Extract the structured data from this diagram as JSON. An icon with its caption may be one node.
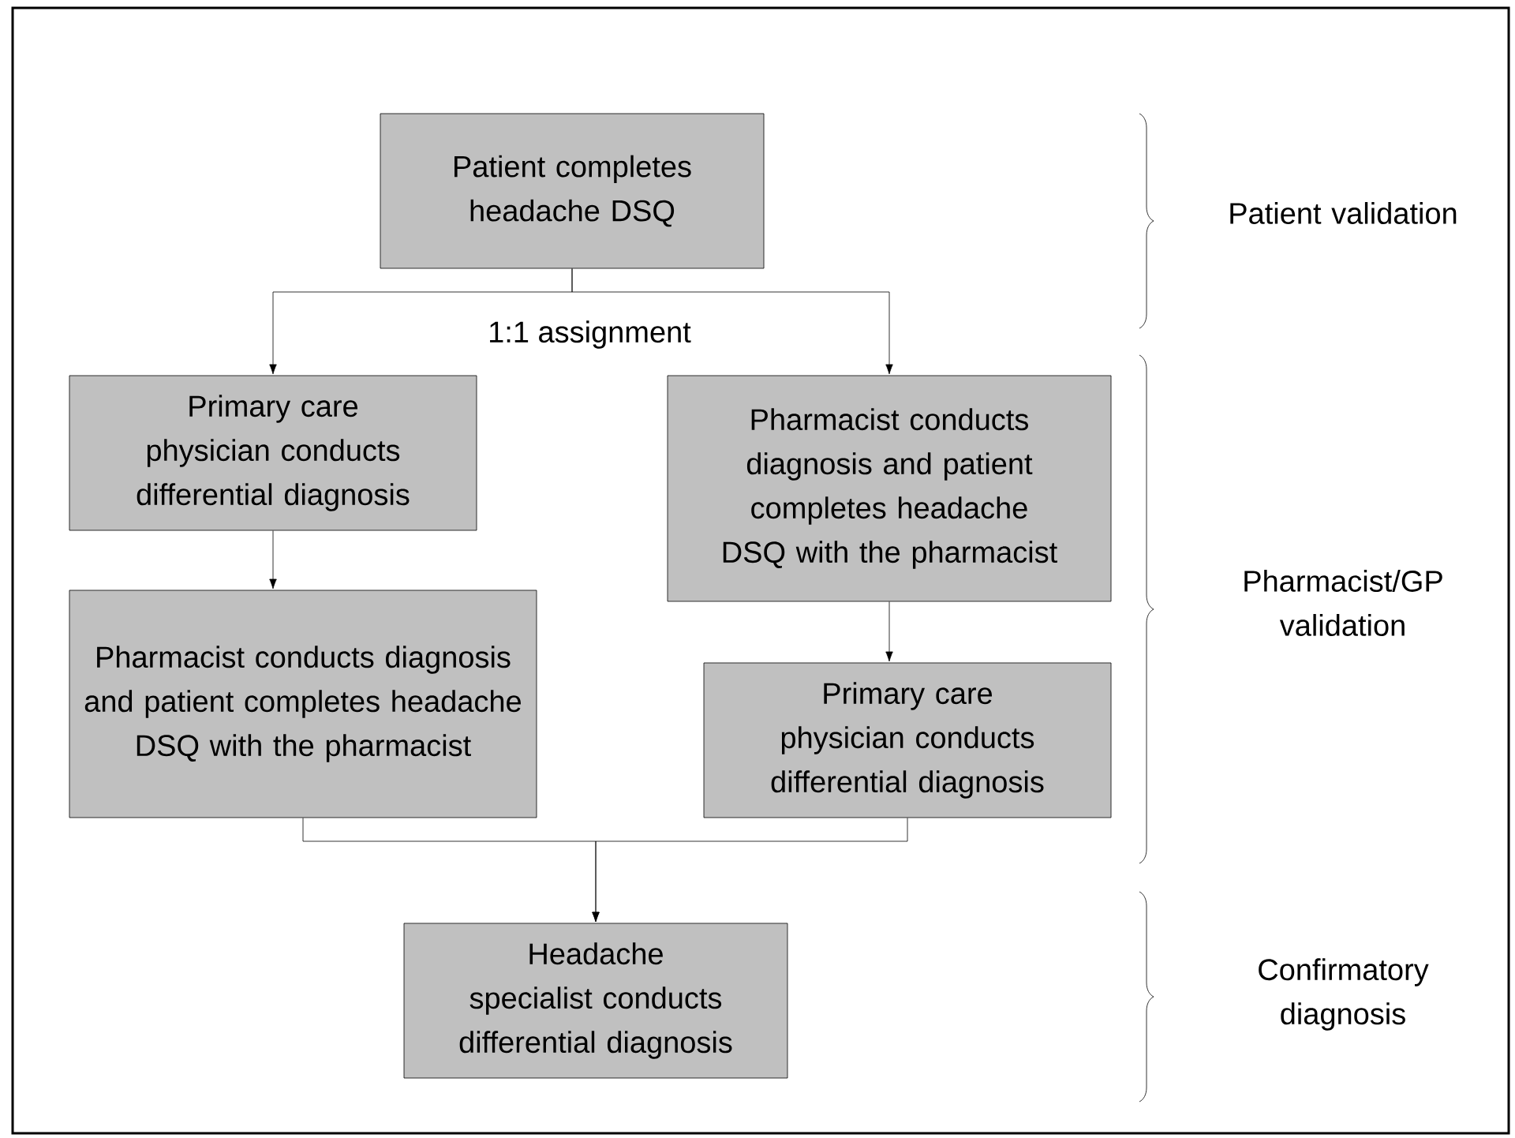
{
  "diagram": {
    "nodes": [
      {
        "text": [
          "Patient completes headache DSQ"
        ]
      },
      {
        "text": [
          "Primary care physician conducts differential diagnosis"
        ]
      },
      {
        "text": [
          "Pharmacist conducts diagnosis and patient completes headache DSQ with the pharmacist"
        ]
      },
      {
        "text": [
          "Pharmacist conducts diagnosis and patient completes headache DSQ with the pharmacist"
        ]
      },
      {
        "text": [
          "Primary care physician conducts differential diagnosis"
        ]
      },
      {
        "text": [
          "Headache specialist conducts differential diagnosis"
        ]
      }
    ],
    "edges": [
      {
        "from": 0,
        "to": 1,
        "arrow": "to",
        "label": "1:1 assignment"
      },
      {
        "from": 0,
        "to": 2,
        "arrow": "to"
      },
      {
        "from": 1,
        "to": 3,
        "arrow": "to"
      },
      {
        "from": 2,
        "to": 4,
        "arrow": "to"
      },
      {
        "from": 3,
        "to": 5,
        "arrow": "to"
      },
      {
        "from": 4,
        "to": 5,
        "arrow": "to"
      }
    ],
    "labels": [
      "Patient validation",
      "Pharmacist/GP validation",
      "Confirmatory diagnosis"
    ]
  }
}
